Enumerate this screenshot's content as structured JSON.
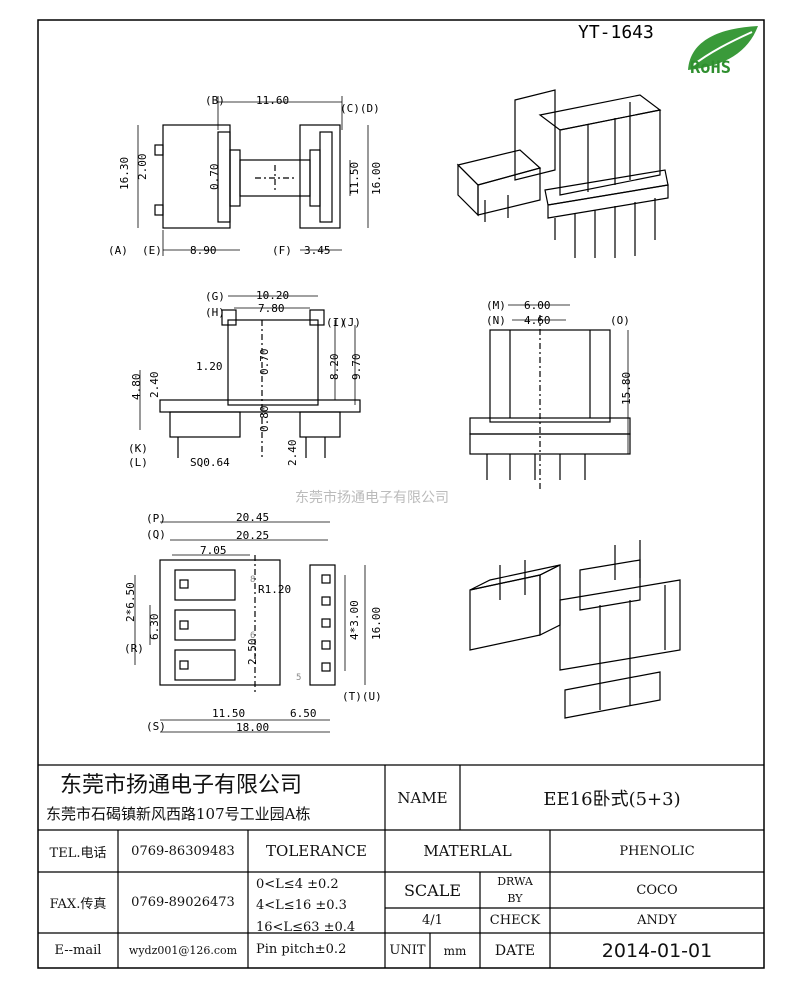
{
  "part_number": "YT-1643",
  "rohs_logo": "RoHS",
  "watermark": "东莞市扬通电子有限公司",
  "company": {
    "name": "东莞市扬通电子有限公司",
    "address": "东莞市石碣镇新风西路107号工业园A栋"
  },
  "title_block": {
    "name_label": "NAME",
    "name_value": "EE16卧式(5+3)",
    "tel_label": "TEL.电话",
    "tel_value": "0769-86309483",
    "fax_label": "FAX.传真",
    "fax_value": "0769-89026473",
    "email_label": "E--mail",
    "email_value": "wydz001@126.com",
    "tolerance_label": "TOLERANCE",
    "tolerance_rows": [
      "0<L≤4   ±0.2",
      "4<L≤16  ±0.3",
      "16<L≤63 ±0.4",
      "Pin pitch±0.2"
    ],
    "material_label": "MATERLAL",
    "material_value": "PHENOLIC",
    "scale_label": "SCALE",
    "scale_value": "4/1",
    "drawn_label_1": "DRWA",
    "drawn_label_2": "BY",
    "drawn_value": "COCO",
    "check_label": "CHECK",
    "check_value": "ANDY",
    "unit_label": "UNIT",
    "unit_value": "mm",
    "date_label": "DATE",
    "date_value": "2014-01-01"
  },
  "dimensions": {
    "top_view": [
      "(B)",
      "11.60",
      "(C)(D)",
      "16.30",
      "2.00",
      "0.70",
      "11.50",
      "16.00",
      "(A)",
      "(E)",
      "8.90",
      "(F)",
      "3.45"
    ],
    "front_view": [
      "(G)",
      "10.20",
      "(H)",
      "7.80",
      "(I)",
      "(J)",
      "1.20",
      "0.70",
      "8.20",
      "9.70",
      "4.80",
      "2.40",
      "0.80",
      "2.40",
      "(K)",
      "(L)",
      "SQ0.64"
    ],
    "side_view": [
      "(M)",
      "6.00",
      "(N)",
      "4.60",
      "(O)",
      "15.80"
    ],
    "bottom_view": [
      "(P)",
      "20.45",
      "(Q)",
      "20.25",
      "7.05",
      "R1.20",
      "2*6.50",
      "6.30",
      "(R)",
      "2.50",
      "4*3.00",
      "16.00",
      "(T)(U)",
      "(S)",
      "11.50",
      "6.50",
      "18.00",
      "8",
      "6",
      "5"
    ]
  }
}
